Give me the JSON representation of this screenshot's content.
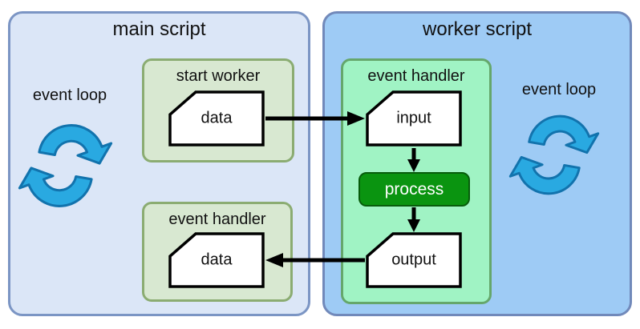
{
  "main_panel": {
    "title": "main script",
    "event_loop_label": "event loop",
    "start_worker_box": {
      "title": "start worker",
      "node_label": "data"
    },
    "event_handler_box": {
      "title": "event handler",
      "node_label": "data"
    }
  },
  "worker_panel": {
    "title": "worker script",
    "event_loop_label": "event loop",
    "event_handler_box": {
      "title": "event handler",
      "input_label": "input",
      "process_label": "process",
      "output_label": "output"
    }
  },
  "arrows": [
    {
      "from": "start-worker-data-node",
      "to": "worker-input-node"
    },
    {
      "from": "worker-input-node",
      "to": "worker-process-node"
    },
    {
      "from": "worker-process-node",
      "to": "worker-output-node"
    },
    {
      "from": "worker-output-node",
      "to": "event-handler-data-node"
    }
  ],
  "icons": {
    "event_loop": "sync-cycle-arrows-icon",
    "data_node_shape": "document-card-shape"
  },
  "colors": {
    "main_panel_fill": "#dbe6f7",
    "main_panel_border": "#7b95c4",
    "worker_panel_fill": "#9ecbf5",
    "worker_panel_border": "#7189ba",
    "main_green_box_fill": "#d8e8d1",
    "main_green_box_border": "#8bac72",
    "worker_green_box_fill": "#a0f3c4",
    "worker_green_box_border": "#65a76b",
    "process_fill": "#0a9410",
    "process_border": "#075c0b",
    "process_text": "#ffffff",
    "node_fill": "#ffffff",
    "node_border": "#000000",
    "event_loop_icon_fill": "#29a9e1",
    "event_loop_icon_stroke": "#1273ad",
    "arrow_color": "#000000"
  }
}
